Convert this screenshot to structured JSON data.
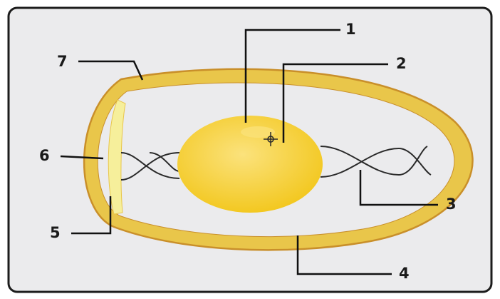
{
  "colors": {
    "background": "#ebebed",
    "frame": "#1c1c1c",
    "shell": "#e9c64a",
    "shell_outline": "#c98f2a",
    "shell_inner": "#f3e79a",
    "yolk": "#f2c61a",
    "yolk_highlight": "#fbe27c",
    "air_cell": "#f6ef9b",
    "chalaza": "#2a2a2a",
    "leader": "#111111"
  },
  "labels": [
    {
      "id": "1",
      "text": "1"
    },
    {
      "id": "2",
      "text": "2"
    },
    {
      "id": "3",
      "text": "3"
    },
    {
      "id": "4",
      "text": "4"
    },
    {
      "id": "5",
      "text": "5"
    },
    {
      "id": "6",
      "text": "6"
    },
    {
      "id": "7",
      "text": "7"
    }
  ]
}
